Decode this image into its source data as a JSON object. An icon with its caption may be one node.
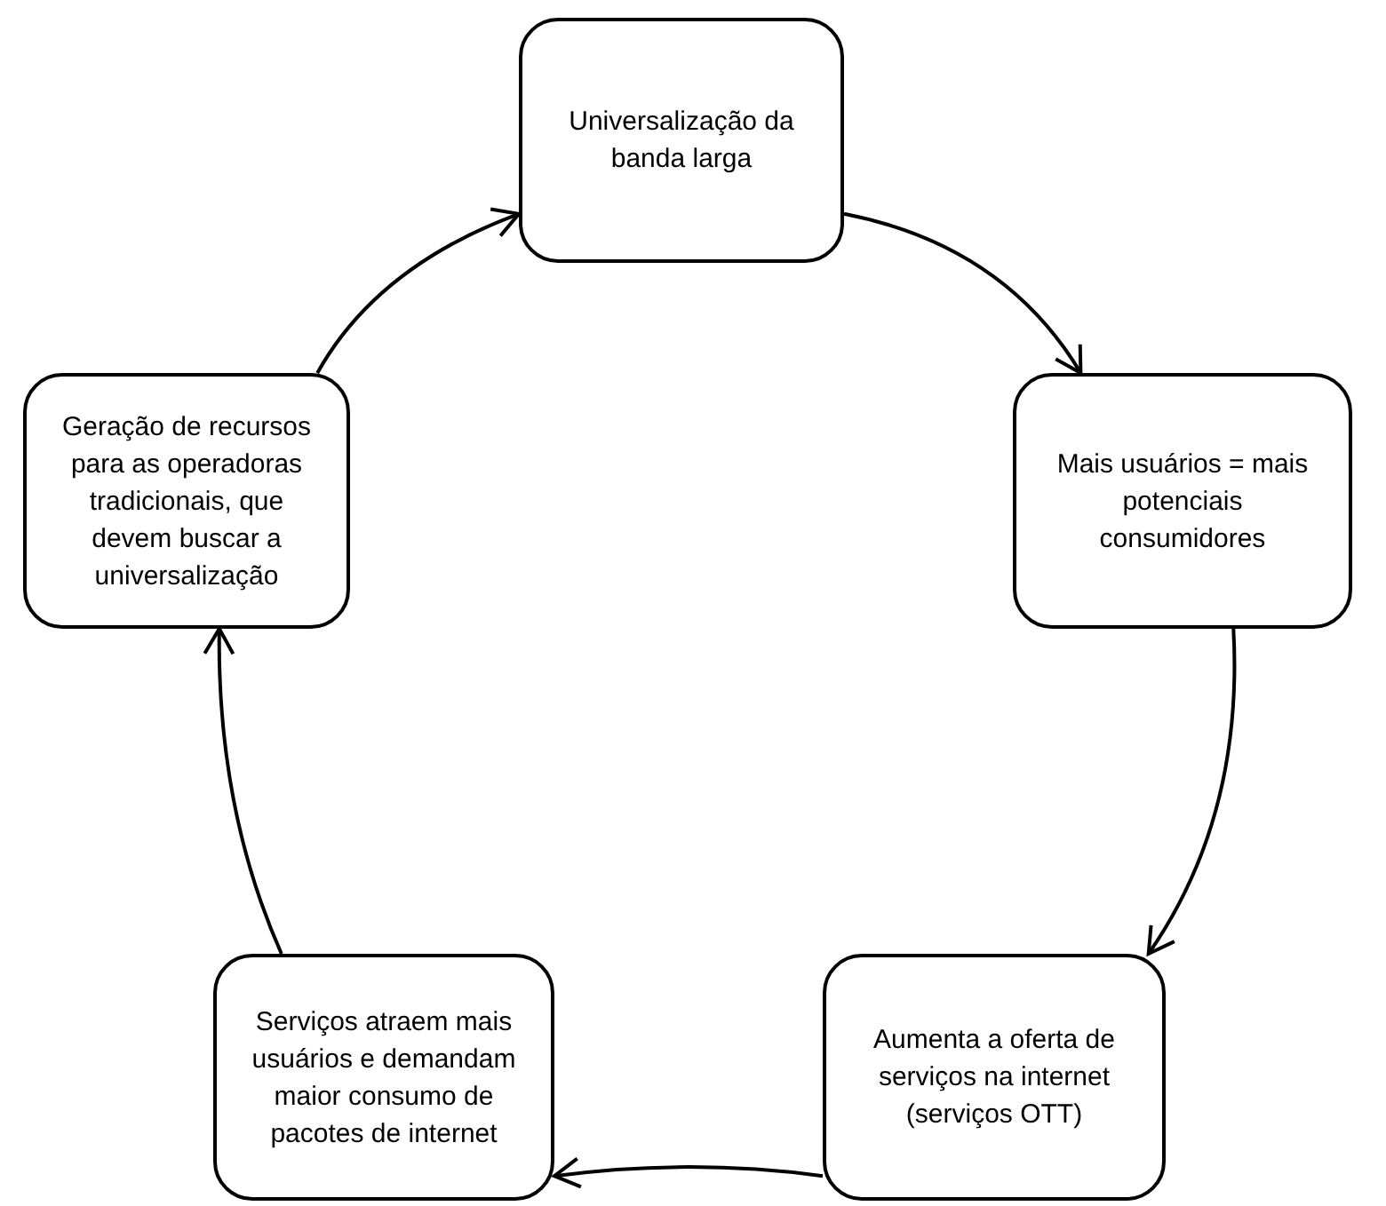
{
  "diagram": {
    "nodes": [
      {
        "text": [
          "Universalização da banda larga"
        ]
      },
      {
        "text": [
          "Mais usuários = mais potenciais consumidores"
        ]
      },
      {
        "text": [
          "Aumenta a oferta de serviços na internet (serviços OTT)"
        ]
      },
      {
        "text": [
          "Serviços atraem mais usuários e demandam maior consumo de pacotes de internet"
        ]
      },
      {
        "text": [
          "Geração de recursos para as operadoras tradicionais, que devem buscar a universalização"
        ]
      }
    ],
    "edges": [
      {
        "from": 0,
        "to": 1,
        "arrow": "to"
      },
      {
        "from": 1,
        "to": 2,
        "arrow": "to"
      },
      {
        "from": 2,
        "to": 3,
        "arrow": "to"
      },
      {
        "from": 3,
        "to": 4,
        "arrow": "to"
      },
      {
        "from": 4,
        "to": 0,
        "arrow": "to"
      }
    ]
  }
}
